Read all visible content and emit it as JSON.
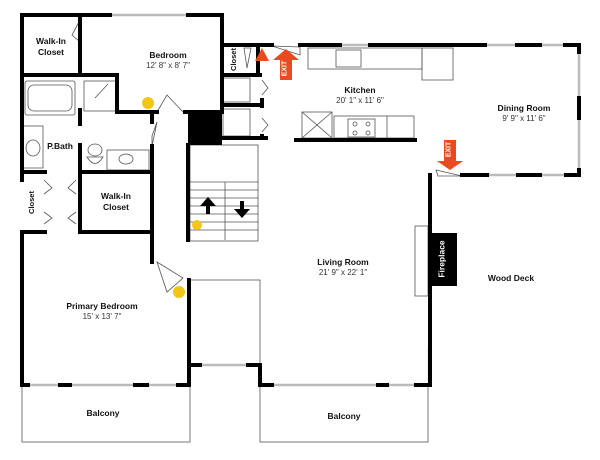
{
  "colors": {
    "wall": "#000000",
    "window": "#c8c8c8",
    "fixture": "#555555",
    "exit": "#ea4a1f",
    "marker": "#f2c516",
    "fireplace": "#000000"
  },
  "rooms": {
    "walk_in_closet_top": {
      "name": "Walk-In Closet"
    },
    "bedroom": {
      "name": "Bedroom",
      "dimensions": "12' 8\" x 8' 7\""
    },
    "closet_top": {
      "name": "Closet"
    },
    "kitchen": {
      "name": "Kitchen",
      "dimensions": "20' 1\" x 11' 6\""
    },
    "dining_room": {
      "name": "Dining Room",
      "dimensions": "9' 9\" x 11' 6\""
    },
    "p_bath": {
      "name": "P.Bath"
    },
    "closet_left": {
      "name": "Closet"
    },
    "walk_in_closet_mid": {
      "name": "Walk-In Closet"
    },
    "living_room": {
      "name": "Living Room",
      "dimensions": "21' 9\" x 22' 1\""
    },
    "fireplace": {
      "name": "Fireplace"
    },
    "wood_deck": {
      "name": "Wood Deck"
    },
    "primary_bedroom": {
      "name": "Primary Bedroom",
      "dimensions": "15' x 13' 7\""
    },
    "balcony_left": {
      "name": "Balcony"
    },
    "balcony_right": {
      "name": "Balcony"
    }
  },
  "exits": [
    {
      "label": "EXIT",
      "direction": "up"
    },
    {
      "label": "EXIT",
      "direction": "down"
    }
  ],
  "stairs": {
    "up_arrow": "up-arrow-icon",
    "down_arrow": "down-arrow-icon"
  }
}
